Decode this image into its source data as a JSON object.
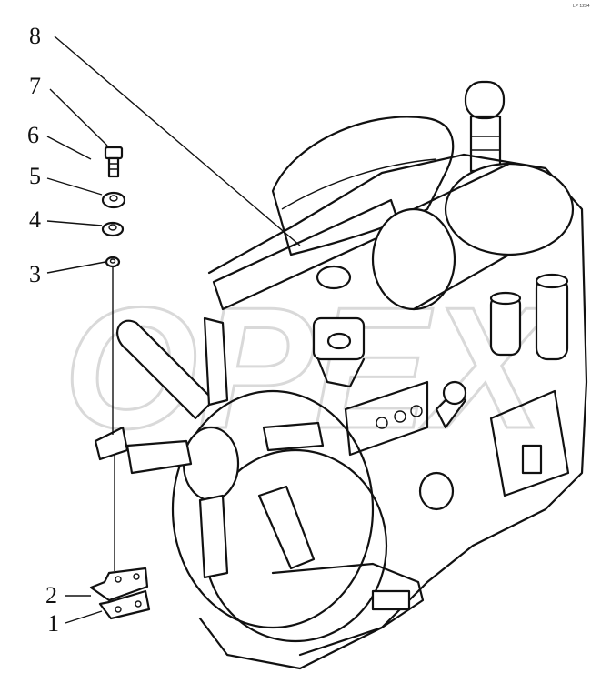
{
  "watermark": "OPEX",
  "corner_mark": "LP 1234",
  "callouts": [
    {
      "id": "1",
      "text": "1"
    },
    {
      "id": "2",
      "text": "2"
    },
    {
      "id": "3",
      "text": "3"
    },
    {
      "id": "4",
      "text": "4"
    },
    {
      "id": "5",
      "text": "5"
    },
    {
      "id": "6",
      "text": "6"
    },
    {
      "id": "7",
      "text": "7"
    },
    {
      "id": "8",
      "text": "8"
    }
  ]
}
